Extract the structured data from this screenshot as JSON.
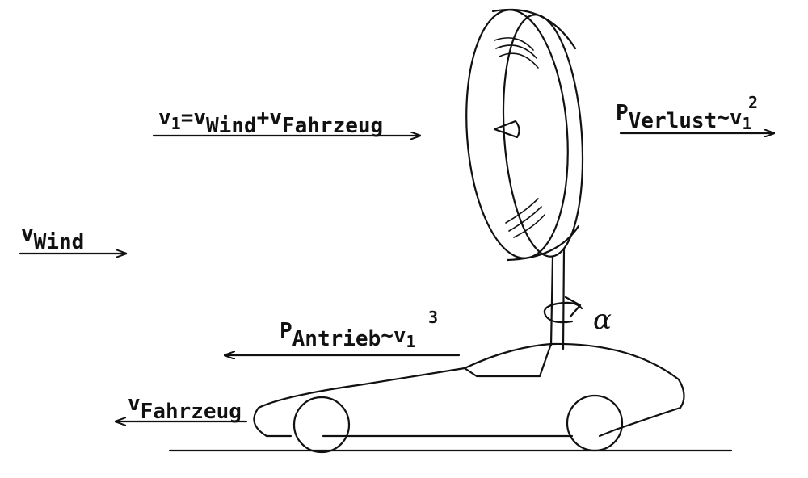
{
  "labels": {
    "v1": {
      "v": "v",
      "one": "1",
      "eq": "=v",
      "wind": "Wind",
      "plus": "+v",
      "fahrzeug": "Fahrzeug"
    },
    "p_verlust": {
      "p": "P",
      "sub": "Verlust",
      "tilde": "~v",
      "one": "1",
      "exp": "2"
    },
    "v_wind": {
      "v": "v",
      "sub": "Wind"
    },
    "p_antrieb": {
      "p": "P",
      "sub": "Antrieb",
      "tilde": "~v",
      "one": "1",
      "exp": "3"
    },
    "v_fahrzeug": {
      "v": "v",
      "sub": "Fahrzeug"
    },
    "alpha": "α"
  }
}
